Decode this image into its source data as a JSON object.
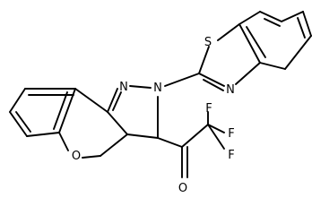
{
  "molecule": {
    "atoms": [
      {
        "id": "S",
        "label": "S"
      },
      {
        "id": "N_thiazole",
        "label": "N"
      },
      {
        "id": "N_pyrazole_imine",
        "label": "N"
      },
      {
        "id": "N_pyrazole",
        "label": "N"
      },
      {
        "id": "O_ring",
        "label": "O"
      },
      {
        "id": "O_carbonyl",
        "label": "O"
      },
      {
        "id": "F1",
        "label": "F"
      },
      {
        "id": "F2",
        "label": "F"
      },
      {
        "id": "F3",
        "label": "F"
      }
    ]
  },
  "colors": {
    "stroke": "#000000",
    "background": "#ffffff"
  }
}
